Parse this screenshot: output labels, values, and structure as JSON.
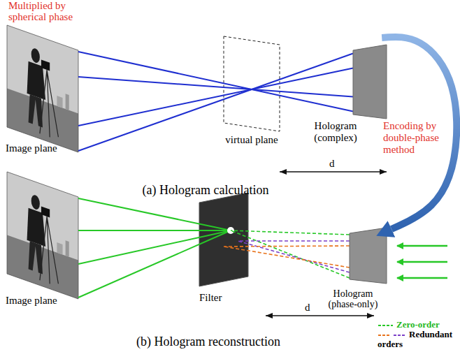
{
  "diagram": {
    "nodes": [
      {
        "text": [
          "Image plane"
        ]
      },
      {
        "text": [
          "virtual plane"
        ]
      },
      {
        "text": [
          "Hologram (complex)"
        ]
      },
      {
        "text": [
          "Image plane"
        ]
      },
      {
        "text": [
          "Filter"
        ]
      },
      {
        "text": [
          "Hologram (phase-only)"
        ]
      }
    ],
    "edges": [
      {
        "from": 2,
        "to": 5,
        "arrow": "to",
        "label": "Encoding by double-phase method"
      }
    ],
    "labels": [
      "Multiplied by spherical phase",
      "d",
      "(a) Hologram calculation",
      "d",
      "(b) Hologram reconstruction"
    ],
    "legend": [
      {
        "text": "Zero-order"
      },
      {
        "text": "Redundant orders"
      }
    ]
  }
}
